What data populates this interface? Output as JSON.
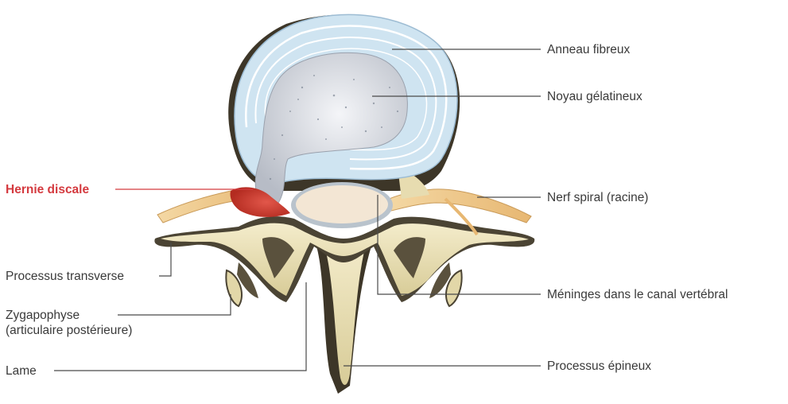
{
  "labels": {
    "anneau": "Anneau fibreux",
    "noyau": "Noyau gélatineux",
    "nerf": "Nerf spiral (racine)",
    "meninges": "Méninges dans le canal vertébral",
    "epineux": "Processus épineux",
    "hernie": "Hernie discale",
    "transverse": "Processus transverse",
    "zygapophyse_line1": "Zygapophyse",
    "zygapophyse_line2": "(articulaire postérieure)",
    "lame": "Lame"
  },
  "colors": {
    "alert": "#d43a3f",
    "text": "#3a3a3a",
    "leader": "#4a4a4a",
    "annulus": "#cfe4f1",
    "annulus_rings": "#ffffff",
    "nucleus": "#d2d6dd",
    "bone": "#e8dfb8",
    "bone_shadow": "#4b4434",
    "nerve": "#efc98f",
    "meninges_fill": "#f3e6d4",
    "herniation": "#cc3a2c"
  }
}
